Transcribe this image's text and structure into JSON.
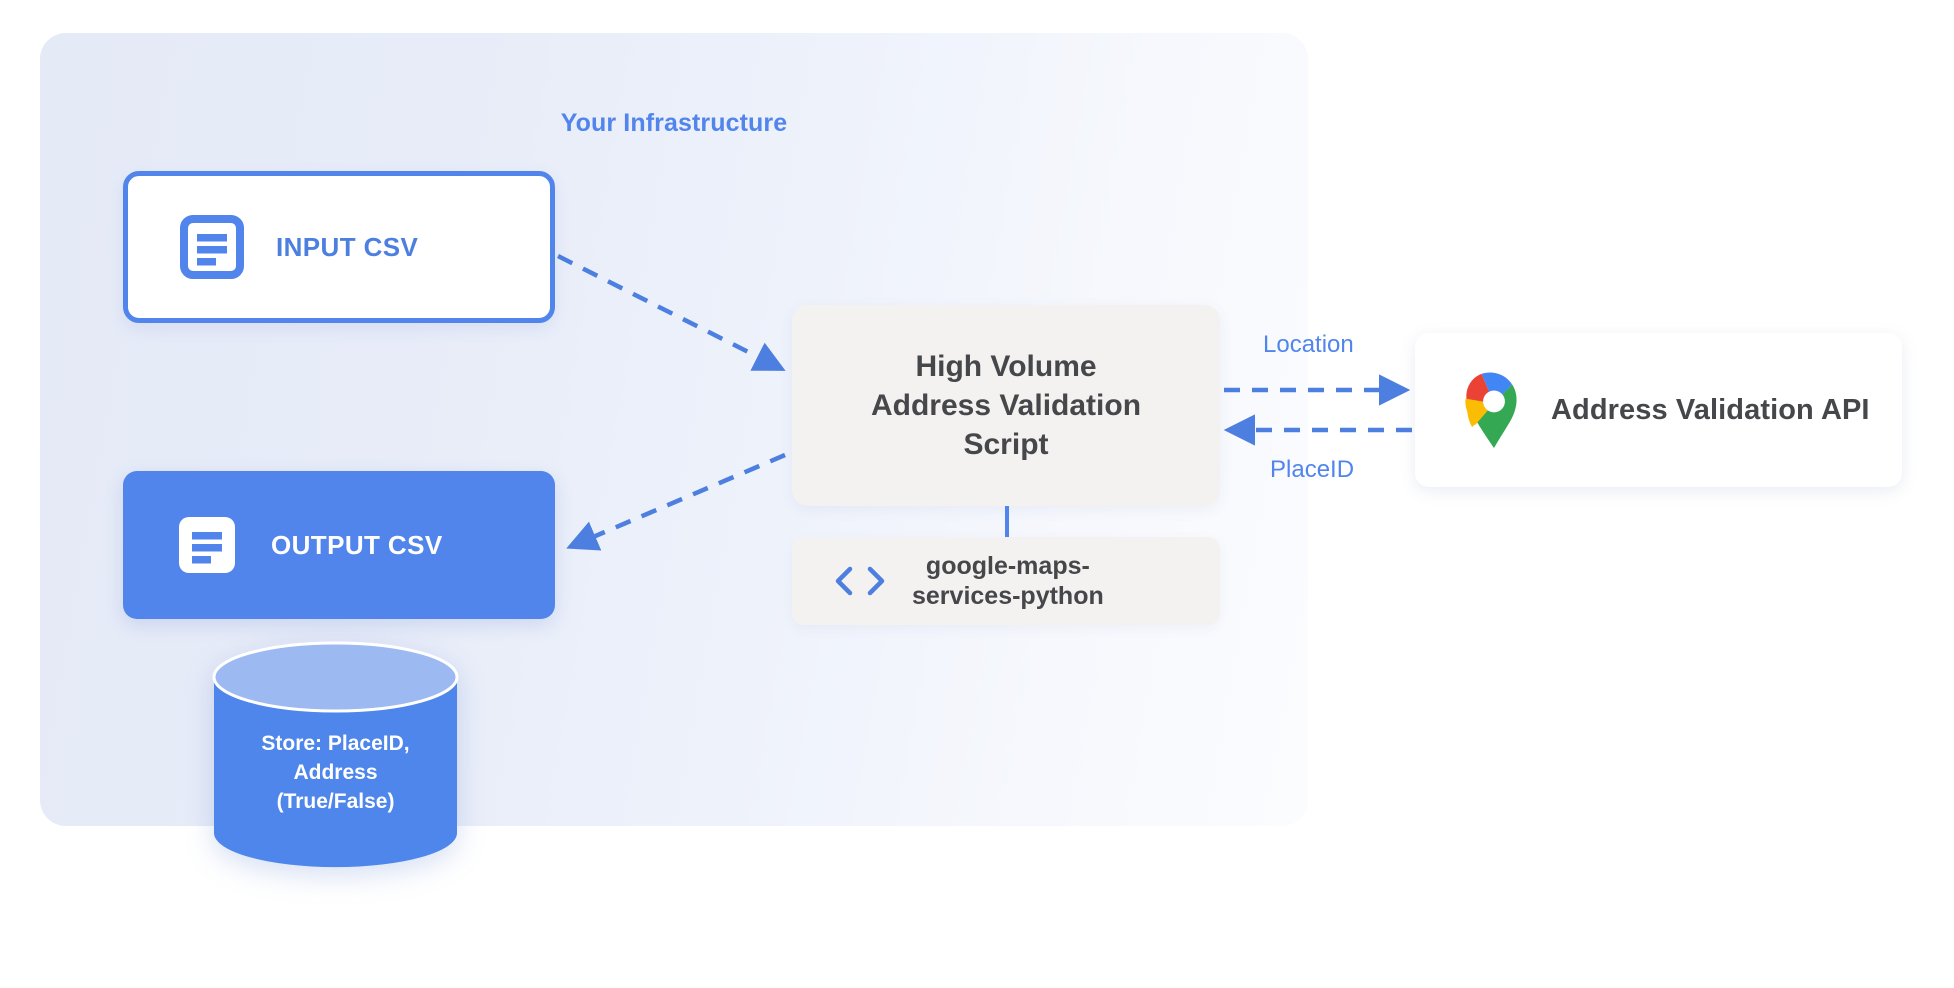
{
  "diagram": {
    "container": {
      "title": "Your Infrastructure",
      "accent_color": "#5185ec",
      "background_color": "#e5eaf7"
    },
    "nodes": {
      "input_csv": {
        "label": "INPUT CSV",
        "icon": "document-icon",
        "style": "outlined",
        "border_color": "#5185ec",
        "text_color": "#4d7fe0"
      },
      "output_csv": {
        "label": "OUTPUT CSV",
        "icon": "document-icon",
        "style": "filled",
        "fill_color": "#5185ec",
        "text_color": "#ffffff"
      },
      "script": {
        "lines": [
          "High Volume",
          "Address Validation",
          "Script"
        ],
        "fill_color": "#f3f2f0",
        "text_color": "#46474a"
      },
      "library": {
        "lines": [
          "google-maps-",
          "services-python"
        ],
        "icon": "code-brackets-icon",
        "icon_color": "#5185ec",
        "fill_color": "#f3f2f0"
      },
      "api": {
        "label": "Address Validation API",
        "icon": "google-maps-pin-icon",
        "fill_color": "#ffffff",
        "text_color": "#46474a"
      },
      "database": {
        "lines": [
          "Store: PlaceID,",
          "Address",
          "(True/False)"
        ],
        "icon": "database-cylinder-icon",
        "body_color": "#4f86ec",
        "top_color": "#9cb9f2",
        "text_color": "#ffffff"
      }
    },
    "edges": [
      {
        "name": "input-to-script",
        "label": "",
        "style": "dashed",
        "direction": "right-down"
      },
      {
        "name": "script-to-output",
        "label": "",
        "style": "dashed",
        "direction": "left-down"
      },
      {
        "name": "script-to-api",
        "label": "Location",
        "style": "dashed",
        "direction": "right"
      },
      {
        "name": "api-to-script",
        "label": "PlaceID",
        "style": "dashed",
        "direction": "left"
      },
      {
        "name": "script-to-library",
        "label": "",
        "style": "solid",
        "direction": "down"
      }
    ]
  }
}
